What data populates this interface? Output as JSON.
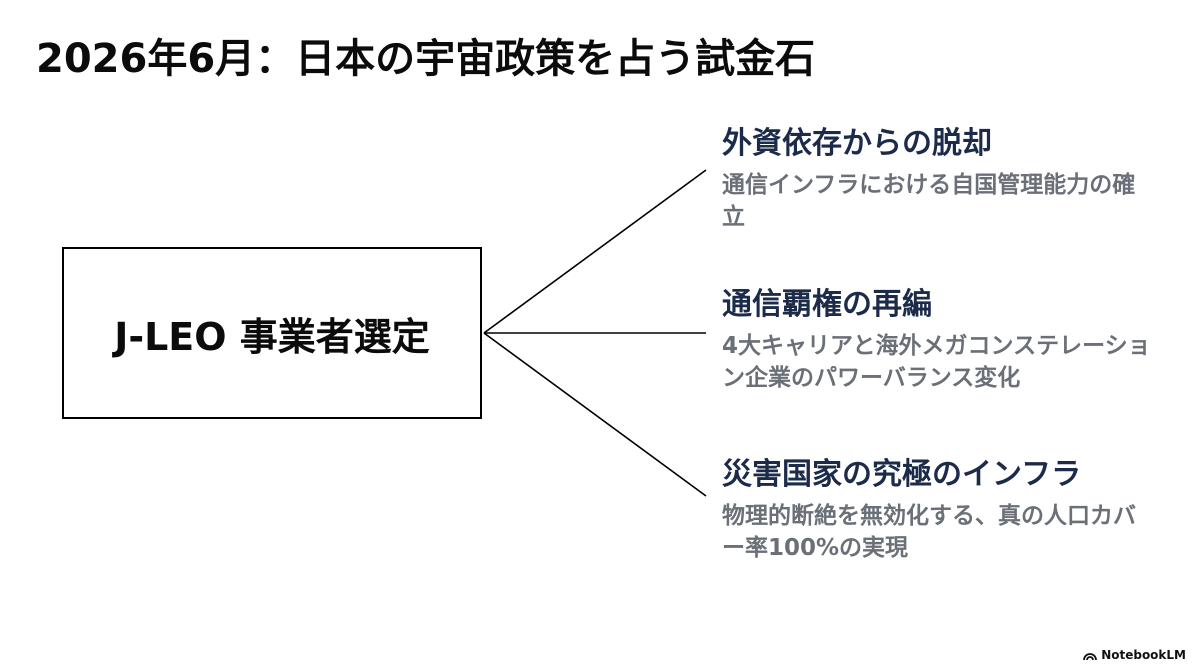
{
  "title": "2026年6月：日本の宇宙政策を占う試金石",
  "center": {
    "label": "J-LEO 事業者選定"
  },
  "branches": [
    {
      "heading": "外資依存からの脱却",
      "description": "通信インフラにおける自国管理能力の確立"
    },
    {
      "heading": "通信覇権の再編",
      "description": "4大キャリアと海外メガコンステレーション企業のパワーバランス変化"
    },
    {
      "heading": "災害国家の究極のインフラ",
      "description": "物理的断絶を無効化する、真の人口カバー率100%の実現"
    }
  ],
  "colors": {
    "heading": "#1c2b4a",
    "description": "#6b7078",
    "line": "#000000"
  },
  "watermark": {
    "icon": "notebooklm-logo-icon",
    "text": "NotebookLM"
  }
}
